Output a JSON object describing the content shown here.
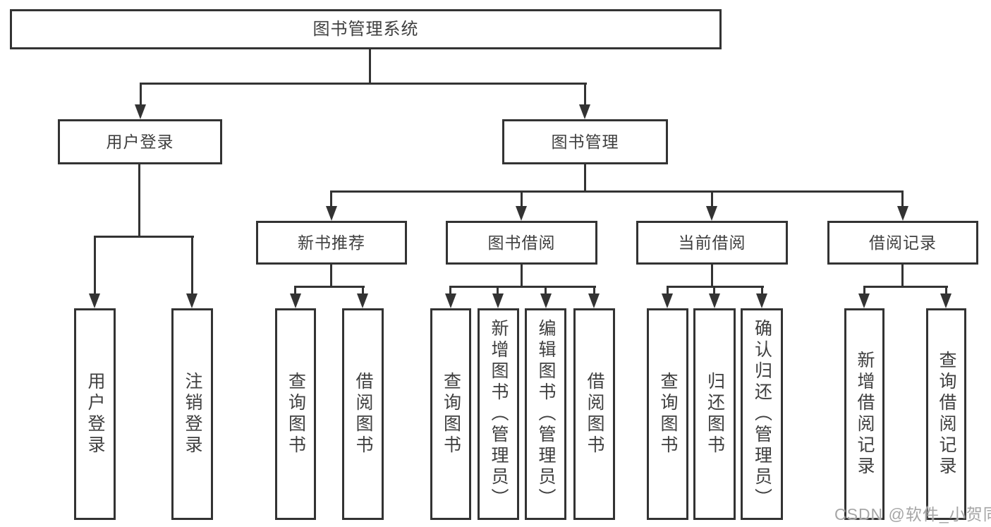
{
  "colors": {
    "line": "#333333",
    "text": "#3f3f3f",
    "box_bg": "#ffffff",
    "background": "#ffffff",
    "watermark": "#a6a6a6"
  },
  "watermark": "CSDN @软件_小贺同学",
  "tree": {
    "root": {
      "label": "图书管理系统",
      "children": [
        {
          "label": "用户登录",
          "children": [
            {
              "label": "用户登录"
            },
            {
              "label": "注销登录"
            }
          ]
        },
        {
          "label": "图书管理",
          "children": [
            {
              "label": "新书推荐",
              "children": [
                {
                  "label": "查询图书"
                },
                {
                  "label": "借阅图书"
                }
              ]
            },
            {
              "label": "图书借阅",
              "children": [
                {
                  "label": "查询图书"
                },
                {
                  "label": "新增图书（管理员）"
                },
                {
                  "label": "编辑图书（管理员）"
                },
                {
                  "label": "借阅图书"
                }
              ]
            },
            {
              "label": "当前借阅",
              "children": [
                {
                  "label": "查询图书"
                },
                {
                  "label": "归还图书"
                },
                {
                  "label": "确认归还（管理员）"
                }
              ]
            },
            {
              "label": "借阅记录",
              "children": [
                {
                  "label": "新增借阅记录"
                },
                {
                  "label": "查询借阅记录"
                }
              ]
            }
          ]
        }
      ]
    }
  }
}
